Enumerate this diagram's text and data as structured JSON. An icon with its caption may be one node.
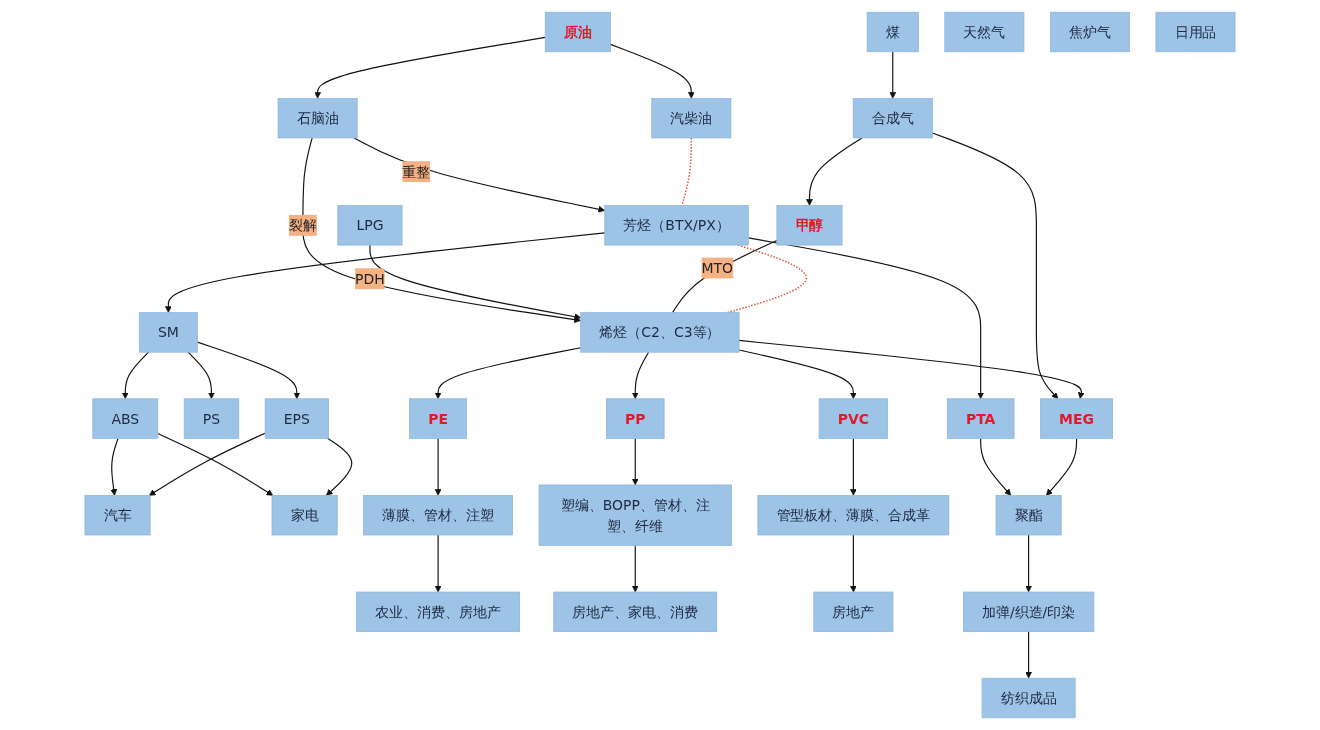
{
  "diagram": {
    "nodes": [
      {
        "text": [
          "原油"
        ]
      },
      {
        "text": [
          "天然气"
        ]
      },
      {
        "text": [
          "煤"
        ]
      },
      {
        "text": [
          "焦炉气"
        ]
      },
      {
        "text": [
          "汽柴油"
        ]
      },
      {
        "text": [
          "石脑油"
        ]
      },
      {
        "text": [
          "LPG"
        ]
      },
      {
        "text": [
          "合成气"
        ]
      },
      {
        "text": [
          "甲醇"
        ]
      },
      {
        "text": [
          "芳烃（BTX/PX）"
        ]
      },
      {
        "text": [
          "烯烃（C2、C3等）"
        ]
      },
      {
        "text": [
          "SM"
        ]
      },
      {
        "text": [
          "PTA"
        ]
      },
      {
        "text": [
          "MEG"
        ]
      },
      {
        "text": [
          "PVC"
        ]
      },
      {
        "text": [
          "PP"
        ]
      },
      {
        "text": [
          "PE"
        ]
      },
      {
        "text": [
          "ABS"
        ]
      },
      {
        "text": [
          "PS"
        ]
      },
      {
        "text": [
          "EPS"
        ]
      },
      {
        "text": [
          "聚酯"
        ]
      },
      {
        "text": [
          "管型板材、薄膜、合成革"
        ]
      },
      {
        "text": [
          "塑编、BOPP、管材、注塑、纤维"
        ]
      },
      {
        "text": [
          "薄膜、管材、注塑"
        ]
      },
      {
        "text": [
          "家电"
        ]
      },
      {
        "text": [
          "日用品"
        ]
      },
      {
        "text": [
          "汽车"
        ]
      },
      {
        "text": [
          "加弹/织造/印染"
        ]
      },
      {
        "text": [
          "房地产"
        ]
      },
      {
        "text": [
          "房地产、家电、消费"
        ]
      },
      {
        "text": [
          "农业、消费、房地产"
        ]
      },
      {
        "text": [
          "纺织成品"
        ]
      }
    ],
    "edges": [
      {
        "from": 0,
        "to": 4,
        "arrow": "to"
      },
      {
        "from": 0,
        "to": 5,
        "arrow": "to"
      },
      {
        "from": 2,
        "to": 7,
        "arrow": "to"
      },
      {
        "from": 7,
        "to": 8,
        "arrow": "to"
      },
      {
        "from": 5,
        "to": 9,
        "arrow": "to",
        "label": "重整"
      },
      {
        "from": 5,
        "to": 10,
        "arrow": "to",
        "label": "裂解"
      },
      {
        "from": 6,
        "to": 10,
        "arrow": "to",
        "label": "PDH"
      },
      {
        "from": 8,
        "to": 10,
        "arrow": "none",
        "label": "MTO"
      },
      {
        "from": 4,
        "to": 9,
        "arrow": "none",
        "style": "dashed",
        "color": "#d9604f"
      },
      {
        "from": 9,
        "to": 10,
        "arrow": "none",
        "style": "dashed",
        "color": "#d9604f"
      },
      {
        "from": 9,
        "to": 11,
        "arrow": "to"
      },
      {
        "from": 9,
        "to": 12,
        "arrow": "to"
      },
      {
        "from": 7,
        "to": 13,
        "arrow": "to"
      },
      {
        "from": 10,
        "to": 13,
        "arrow": "to"
      },
      {
        "from": 10,
        "to": 14,
        "arrow": "to"
      },
      {
        "from": 10,
        "to": 15,
        "arrow": "to"
      },
      {
        "from": 10,
        "to": 16,
        "arrow": "to"
      },
      {
        "from": 11,
        "to": 17,
        "arrow": "to"
      },
      {
        "from": 11,
        "to": 18,
        "arrow": "to"
      },
      {
        "from": 11,
        "to": 19,
        "arrow": "to"
      },
      {
        "from": 17,
        "to": 24,
        "arrow": "to"
      },
      {
        "from": 17,
        "to": 26,
        "arrow": "to"
      },
      {
        "from": 19,
        "to": 24,
        "arrow": "to"
      },
      {
        "from": 19,
        "to": 26,
        "arrow": "to"
      },
      {
        "from": 12,
        "to": 20,
        "arrow": "to"
      },
      {
        "from": 13,
        "to": 20,
        "arrow": "to"
      },
      {
        "from": 20,
        "to": 27,
        "arrow": "to"
      },
      {
        "from": 27,
        "to": 31,
        "arrow": "to"
      },
      {
        "from": 14,
        "to": 21,
        "arrow": "to"
      },
      {
        "from": 21,
        "to": 28,
        "arrow": "to"
      },
      {
        "from": 15,
        "to": 22,
        "arrow": "to"
      },
      {
        "from": 22,
        "to": 29,
        "arrow": "to"
      },
      {
        "from": 16,
        "to": 23,
        "arrow": "to"
      },
      {
        "from": 23,
        "to": 30,
        "arrow": "to"
      }
    ]
  }
}
